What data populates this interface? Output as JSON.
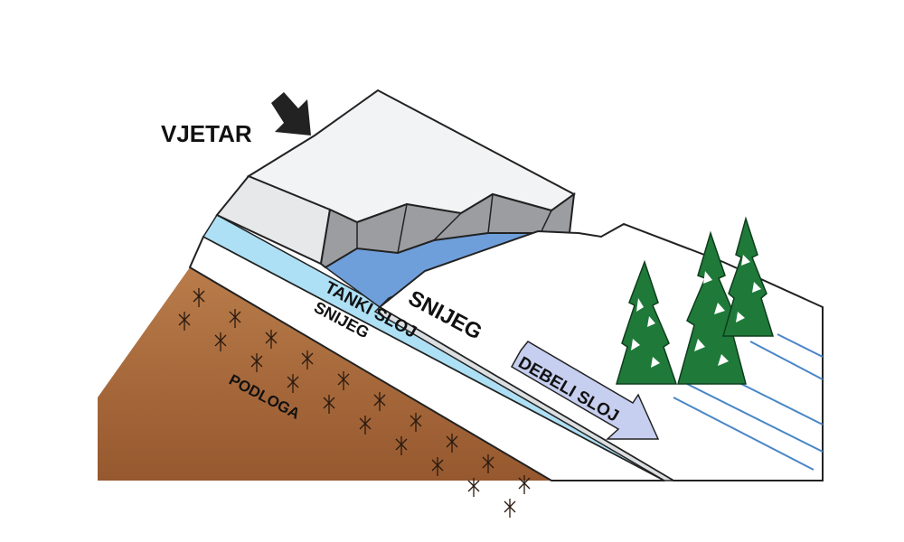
{
  "labels": {
    "wind": "VJETAR",
    "thin_layer": "TANKI SLOJ",
    "snow_upper": "SNIJEG",
    "snow_lower": "SNIJEG",
    "thick_layer": "DEBELI SLOJ",
    "ground": "PODLOGA"
  },
  "colors": {
    "ground": "#a7683a",
    "thin_layer": "#aee0f5",
    "exposed_layer": "#6f9fdb",
    "snow_light": "#eceef0",
    "snow_white": "#ffffff",
    "scarp_grey": "#9b9da1",
    "outline": "#222222",
    "arrow_fill": "#c7cff0",
    "tree_green": "#1f7a3a",
    "slide_lines": "#4a86c8"
  },
  "icons": {
    "wind_arrow": "arrow-down-right-icon",
    "tree": "pine-tree-icon"
  }
}
